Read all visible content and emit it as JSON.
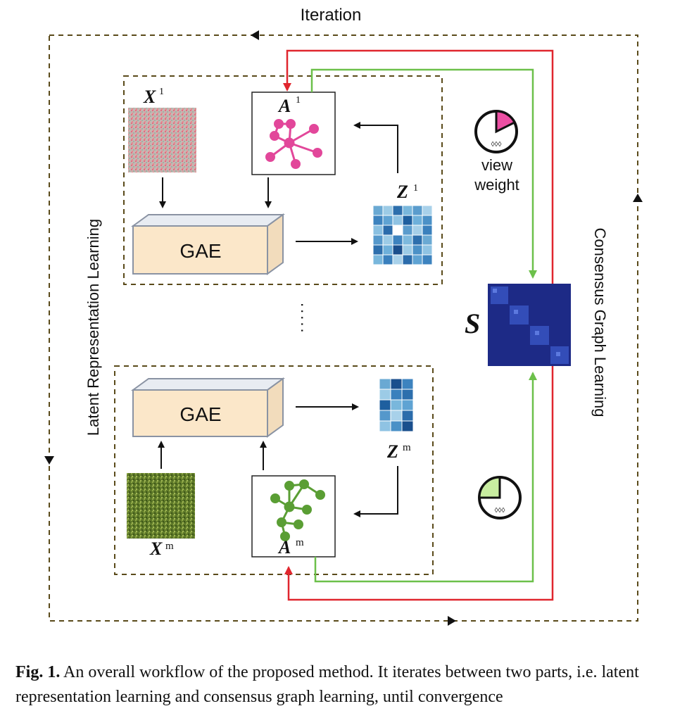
{
  "diagram": {
    "iteration_label": "Iteration",
    "left_side_label": "Latent Representation Learning",
    "right_side_label": "Consensus Graph Learning",
    "view_weight_label_1": "view",
    "view_weight_label_2": "weight",
    "ellipsis": ".....",
    "view1": {
      "x_label": "X",
      "x_sup": "1",
      "a_label": "A",
      "a_sup": "1",
      "z_label": "Z",
      "z_sup": "1",
      "gae_label": "GAE"
    },
    "viewm": {
      "x_label": "X",
      "x_sup": "m",
      "a_label": "A",
      "a_sup": "m",
      "z_label": "Z",
      "z_sup": "m",
      "gae_label": "GAE"
    },
    "s_label": "S",
    "colors": {
      "dashed_frame": "#5a4a1a",
      "red_arrow": "#e0262e",
      "green_arrow": "#6cc04a",
      "gae_fill": "#fbe7c9",
      "graph1": "#e2479a",
      "graphm": "#5a9e34",
      "pie1": "#ec4fa3",
      "pie2": "#c8eda0"
    }
  },
  "caption": {
    "fig_label": "Fig. 1.",
    "text": "An overall workflow of the proposed method. It iterates between two parts, i.e. latent representation learning and consensus graph learning, until convergence"
  }
}
